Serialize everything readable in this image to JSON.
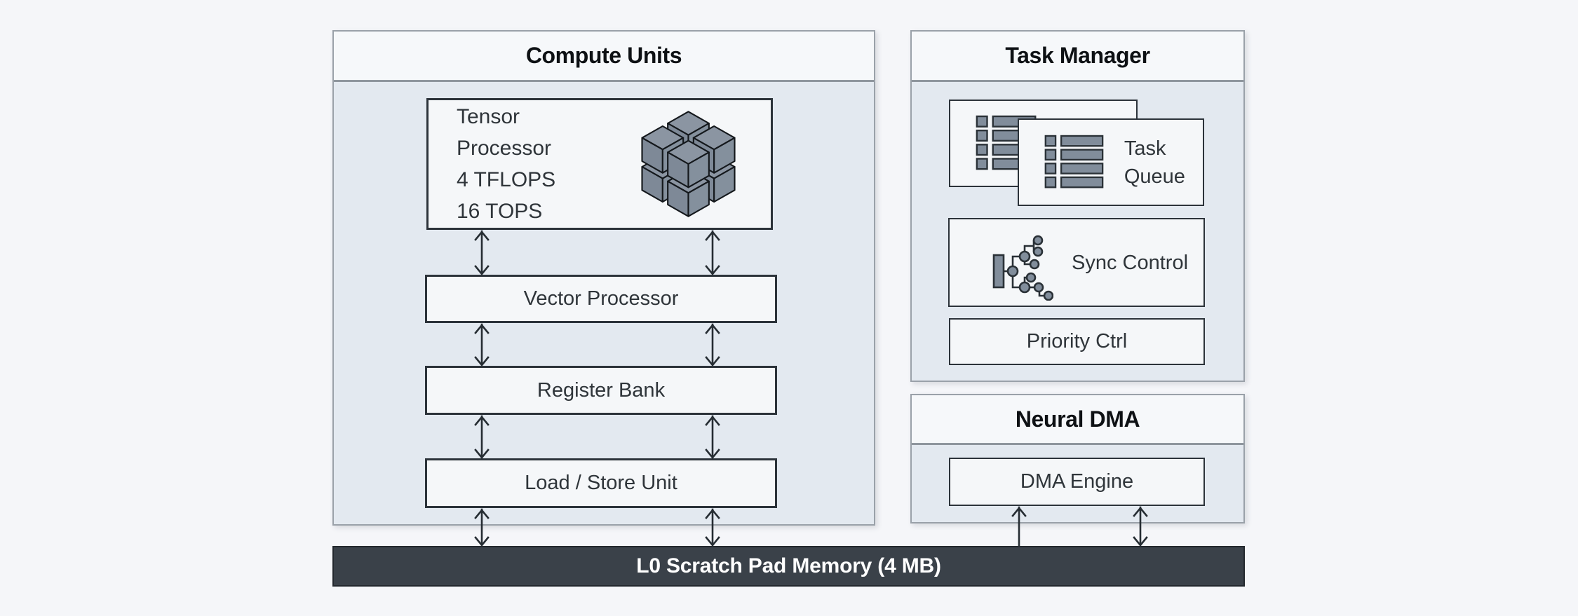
{
  "compute": {
    "title": "Compute Units",
    "tensor_lines": [
      "Tensor",
      "Processor",
      "4 TFLOPS",
      "16 TOPS"
    ],
    "vector": "Vector Processor",
    "register": "Register Bank",
    "load_store": "Load / Store Unit"
  },
  "task_manager": {
    "title": "Task Manager",
    "task_queue": "Task Queue",
    "sync": "Sync Control",
    "priority": "Priority Ctrl"
  },
  "neural_dma": {
    "title": "Neural DMA",
    "dma": "DMA Engine"
  },
  "memory": {
    "label": "L0 Scratch Pad Memory (4 MB)"
  },
  "icons": {
    "tensor": "cube-cluster-icon",
    "task_queue": "task-list-icon",
    "sync": "sync-tree-icon"
  },
  "colors": {
    "page_bg": "#f5f6f9",
    "panel_body": "#e3e9f0",
    "panel_header": "#f6f8fa",
    "panel_border": "#9aa1a9",
    "node_bg": "#f5f7f9",
    "node_border": "#2c333a",
    "icon_fill": "#818d9b",
    "memory_bar_bg": "#3a4149",
    "memory_bar_text": "#ffffff",
    "arrow": "#262d33",
    "text": "#2f353a"
  }
}
